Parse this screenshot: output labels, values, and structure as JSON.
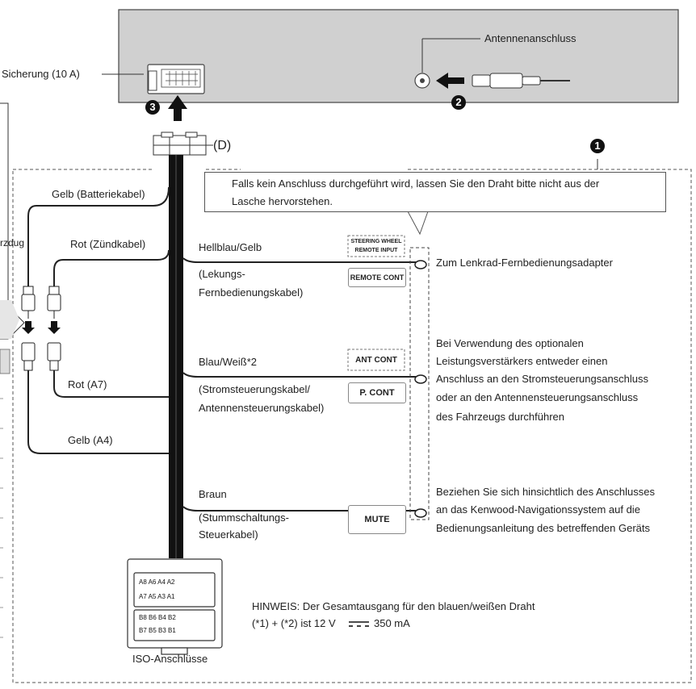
{
  "labels": {
    "antenna_connector": "Antennenanschluss",
    "fuse": "Sicherung (10 A)",
    "connector_d": "(D)",
    "note_box": "Falls kein Anschluss durchgeführt wird, lassen Sie den Draht bitte nicht aus der Lasche hervorstehen.",
    "note_box_line1": "Falls kein Anschluss durchgeführt wird, lassen Sie den Draht bitte nicht aus der",
    "note_box_line2": "Lasche hervorstehen.",
    "yellow_battery": "Gelb (Batteriekabel)",
    "ignition_partial": "rzdug",
    "red_ignition": "Rot (Zündkabel)",
    "red_a7": "Rot (A7)",
    "yellow_a4": "Gelb (A4)",
    "lightblue_yellow": "Hellblau/Gelb",
    "steering_cable_1": "(Lekungs-",
    "steering_cable_2": "Fernbedienungskabel)",
    "steering_wheel_remote_1": "STEERING WHEEL",
    "steering_wheel_remote_2": "REMOTE INPUT",
    "remote_cont": "REMOTE CONT",
    "to_steering_adapter": "Zum Lenkrad-Fernbedienungsadapter",
    "blue_white": "Blau/Weiß*2",
    "power_cable_1": "(Stromsteuerungskabel/",
    "power_cable_2": "Antennensteuerungskabel)",
    "ant_cont": "ANT CONT",
    "p_cont": "P. CONT",
    "amp_note_1": "Bei Verwendung des optionalen",
    "amp_note_2": "Leistungsverstärkers entweder einen",
    "amp_note_3": "Anschluss an den Stromsteuerungsanschluss",
    "amp_note_4": "oder an den Antennensteuerungsanschluss",
    "amp_note_5": "des Fahrzeugs durchführen",
    "brown": "Braun",
    "mute_cable_1": "(Stummschaltungs-",
    "mute_cable_2": "Steuerkabel)",
    "mute": "MUTE",
    "nav_note_1": "Beziehen Sie sich hinsichtlich des Anschlusses",
    "nav_note_2": "an das Kenwood-Navigationssystem auf die",
    "nav_note_3": "Bedienungsanleitung des betreffenden Geräts",
    "hinweis_1": "HINWEIS: Der Gesamtausgang für den blauen/weißen Draht",
    "hinweis_2a": "(*1) + (*2) ist 12 V",
    "hinweis_2b": "350 mA",
    "iso": "ISO-Anschlüsse"
  },
  "badges": {
    "one": "1",
    "two": "2",
    "three": "3"
  },
  "iso_pins": {
    "a_top": "A8 A6 A4 A2",
    "a_bottom": "A7 A5 A3 A1",
    "b_top": "B8 B6 B4 B2",
    "b_bottom": "B7 B5 B3 B1"
  }
}
